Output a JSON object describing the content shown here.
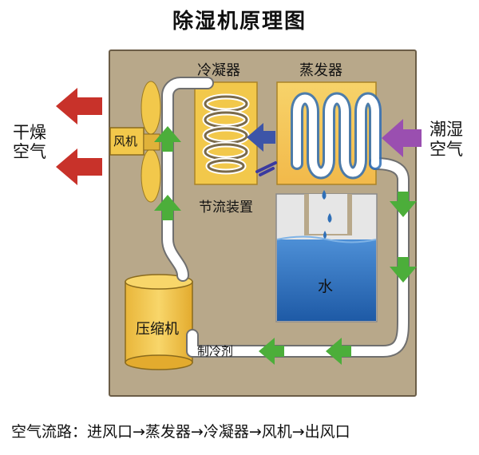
{
  "title": "除湿机原理图",
  "labels": {
    "condenser": "冷凝器",
    "evaporator": "蒸发器",
    "fan": "风机",
    "throttle": "节流装置",
    "water": "水",
    "compressor": "压缩机",
    "refrigerant": "制冷剂",
    "dry_air_line1": "干燥",
    "dry_air_line2": "空气",
    "humid_air_line1": "潮湿",
    "humid_air_line2": "空气"
  },
  "caption": "空气流路：进风口→蒸发器→冷凝器→风机→出风口",
  "colors": {
    "housing": "#b8a88a",
    "coil_box": "#f2c84b",
    "water": "#2f6fb7",
    "arrow_green": "#4cae3a",
    "arrow_red": "#c8322a",
    "arrow_purple": "#9a4fb0",
    "arrow_blue": "#3d55a8",
    "compressor": "#f2c84b",
    "pipe": "#ffffff"
  }
}
